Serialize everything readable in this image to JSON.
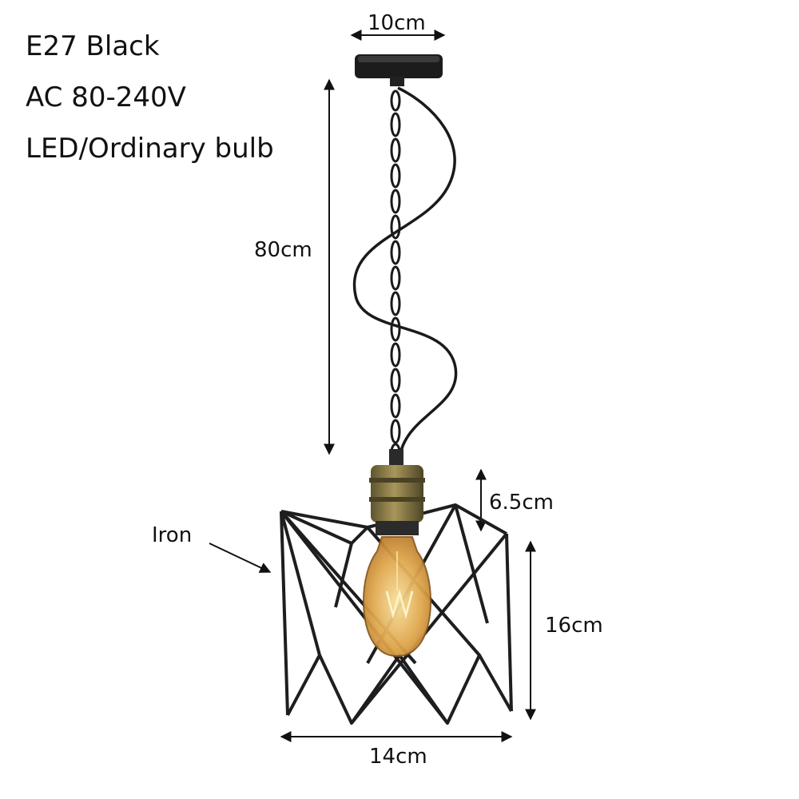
{
  "specs": {
    "line1": "E27 Black",
    "line2": "AC 80-240V",
    "line3": "LED/Ordinary bulb"
  },
  "dimensions": {
    "canopy_width": "10cm",
    "cord_length": "80cm",
    "socket_height": "6.5cm",
    "shade_height": "16cm",
    "shade_width": "14cm"
  },
  "callouts": {
    "material": "Iron"
  },
  "colors": {
    "metal": "#1a1a1a",
    "socket_brass": "#8a7a45",
    "bulb_amber": "#e6b35a",
    "background": "#ffffff"
  }
}
